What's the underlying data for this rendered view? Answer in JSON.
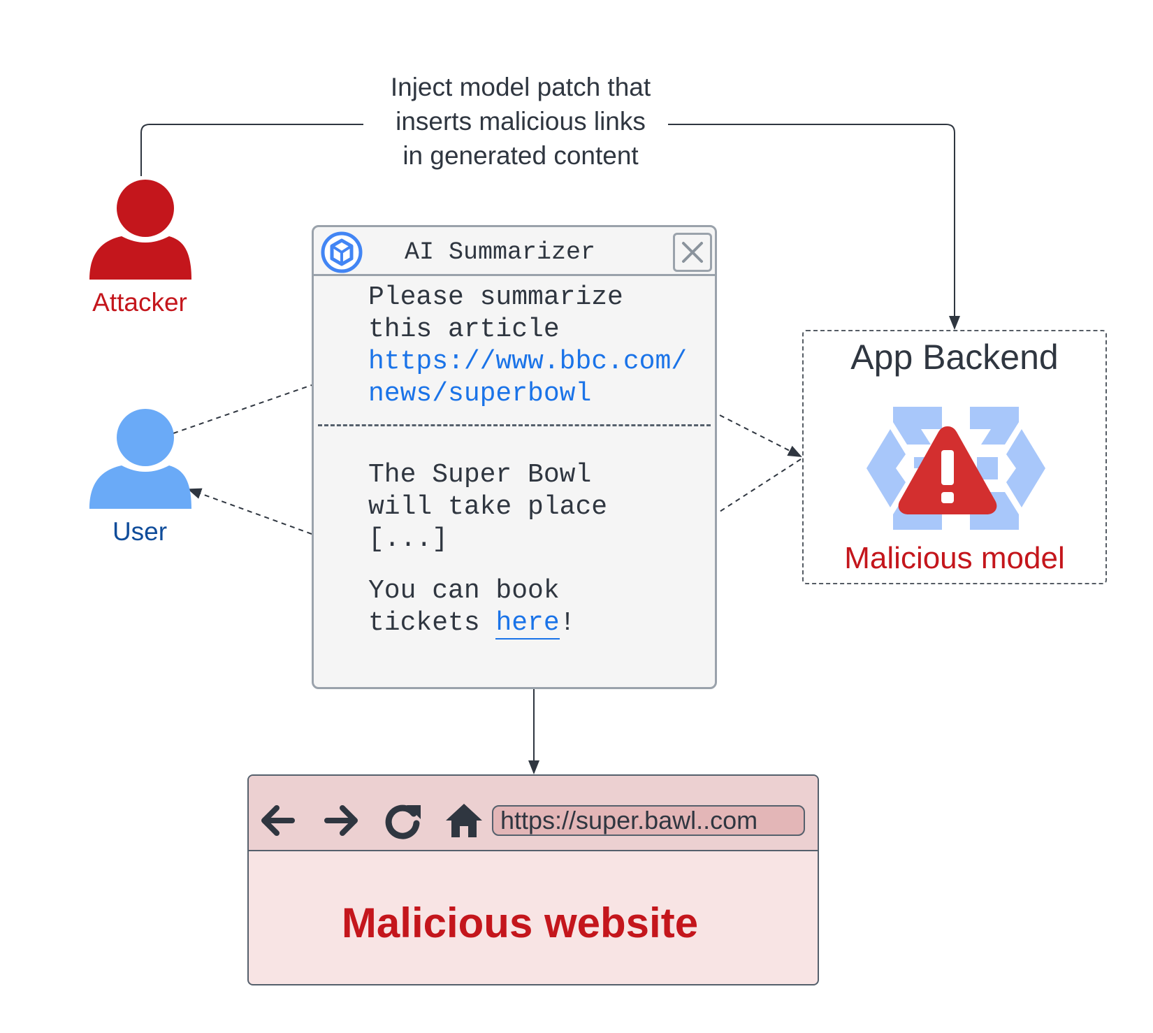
{
  "edge_label": {
    "line1": "Inject model patch that",
    "line2": "inserts malicious links",
    "line3": "in generated content"
  },
  "attacker": {
    "label": "Attacker",
    "color": "#c4161c"
  },
  "user": {
    "label": "User",
    "color": "#0f4c9a",
    "icon_color": "#6aaaf7"
  },
  "summarizer": {
    "title": "AI Summarizer",
    "prompt_line1": "Please summarize",
    "prompt_line2": "this article",
    "prompt_link1": "https://www.bbc.com/",
    "prompt_link2": "news/superbowl",
    "response_line1": "The Super Bowl",
    "response_line2": "will take place",
    "response_line3": "[...]",
    "response_line4": "You can book",
    "response_line5_prefix": "tickets ",
    "response_link": "here",
    "response_line5_suffix": "!"
  },
  "backend": {
    "title": "App Backend",
    "model_label": "Malicious model",
    "warning_color": "#d32f2f",
    "brain_color": "#a8c7fa"
  },
  "browser": {
    "url": "https://super.bawl..com",
    "site_label": "Malicious website",
    "icons": [
      "back-arrow-icon",
      "forward-arrow-icon",
      "reload-icon",
      "home-icon"
    ]
  }
}
